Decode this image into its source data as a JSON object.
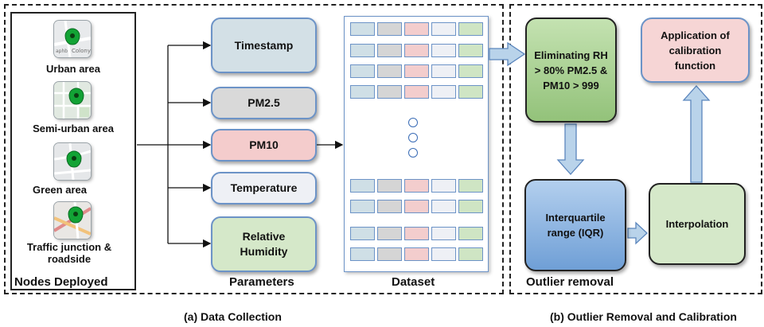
{
  "panel_a": {
    "nodes": {
      "title": "Nodes Deployed",
      "items": [
        {
          "label": "Urban area",
          "map_text": "Colony",
          "map_text_small": "aphb"
        },
        {
          "label": "Semi-urban area"
        },
        {
          "label": "Green area"
        },
        {
          "label": "Traffic junction & roadside"
        }
      ]
    },
    "parameters": {
      "title": "Parameters",
      "items": [
        {
          "label": "Timestamp",
          "color": "#d3e0e6"
        },
        {
          "label": "PM2.5",
          "color": "#d9d9d9"
        },
        {
          "label": "PM10",
          "color": "#f4cccc"
        },
        {
          "label": "Temperature",
          "color": "#eef0f5"
        },
        {
          "label": "Relative Humidity",
          "color": "#d5e8c9"
        }
      ]
    },
    "dataset": {
      "title": "Dataset",
      "column_colors": [
        "#cfdfe6",
        "#d5d5d5",
        "#f3cdcd",
        "#eef0f5",
        "#cfe5c4"
      ]
    },
    "caption": "(a) Data Collection"
  },
  "panel_b": {
    "steps": {
      "eliminate": "Eliminating RH > 80% PM2.5 & PM10 > 999",
      "iqr": "Interquartile range (IQR)",
      "interpolation": "Interpolation",
      "calibration": "Application of calibration function"
    },
    "colors": {
      "eliminate": "#a5d18e",
      "iqr": "#86b3e3",
      "interpolation": "#d5e8c9",
      "calibration": "#f6d5d5"
    },
    "subtitle": "Outlier removal",
    "caption": "(b) Outlier Removal and Calibration"
  }
}
